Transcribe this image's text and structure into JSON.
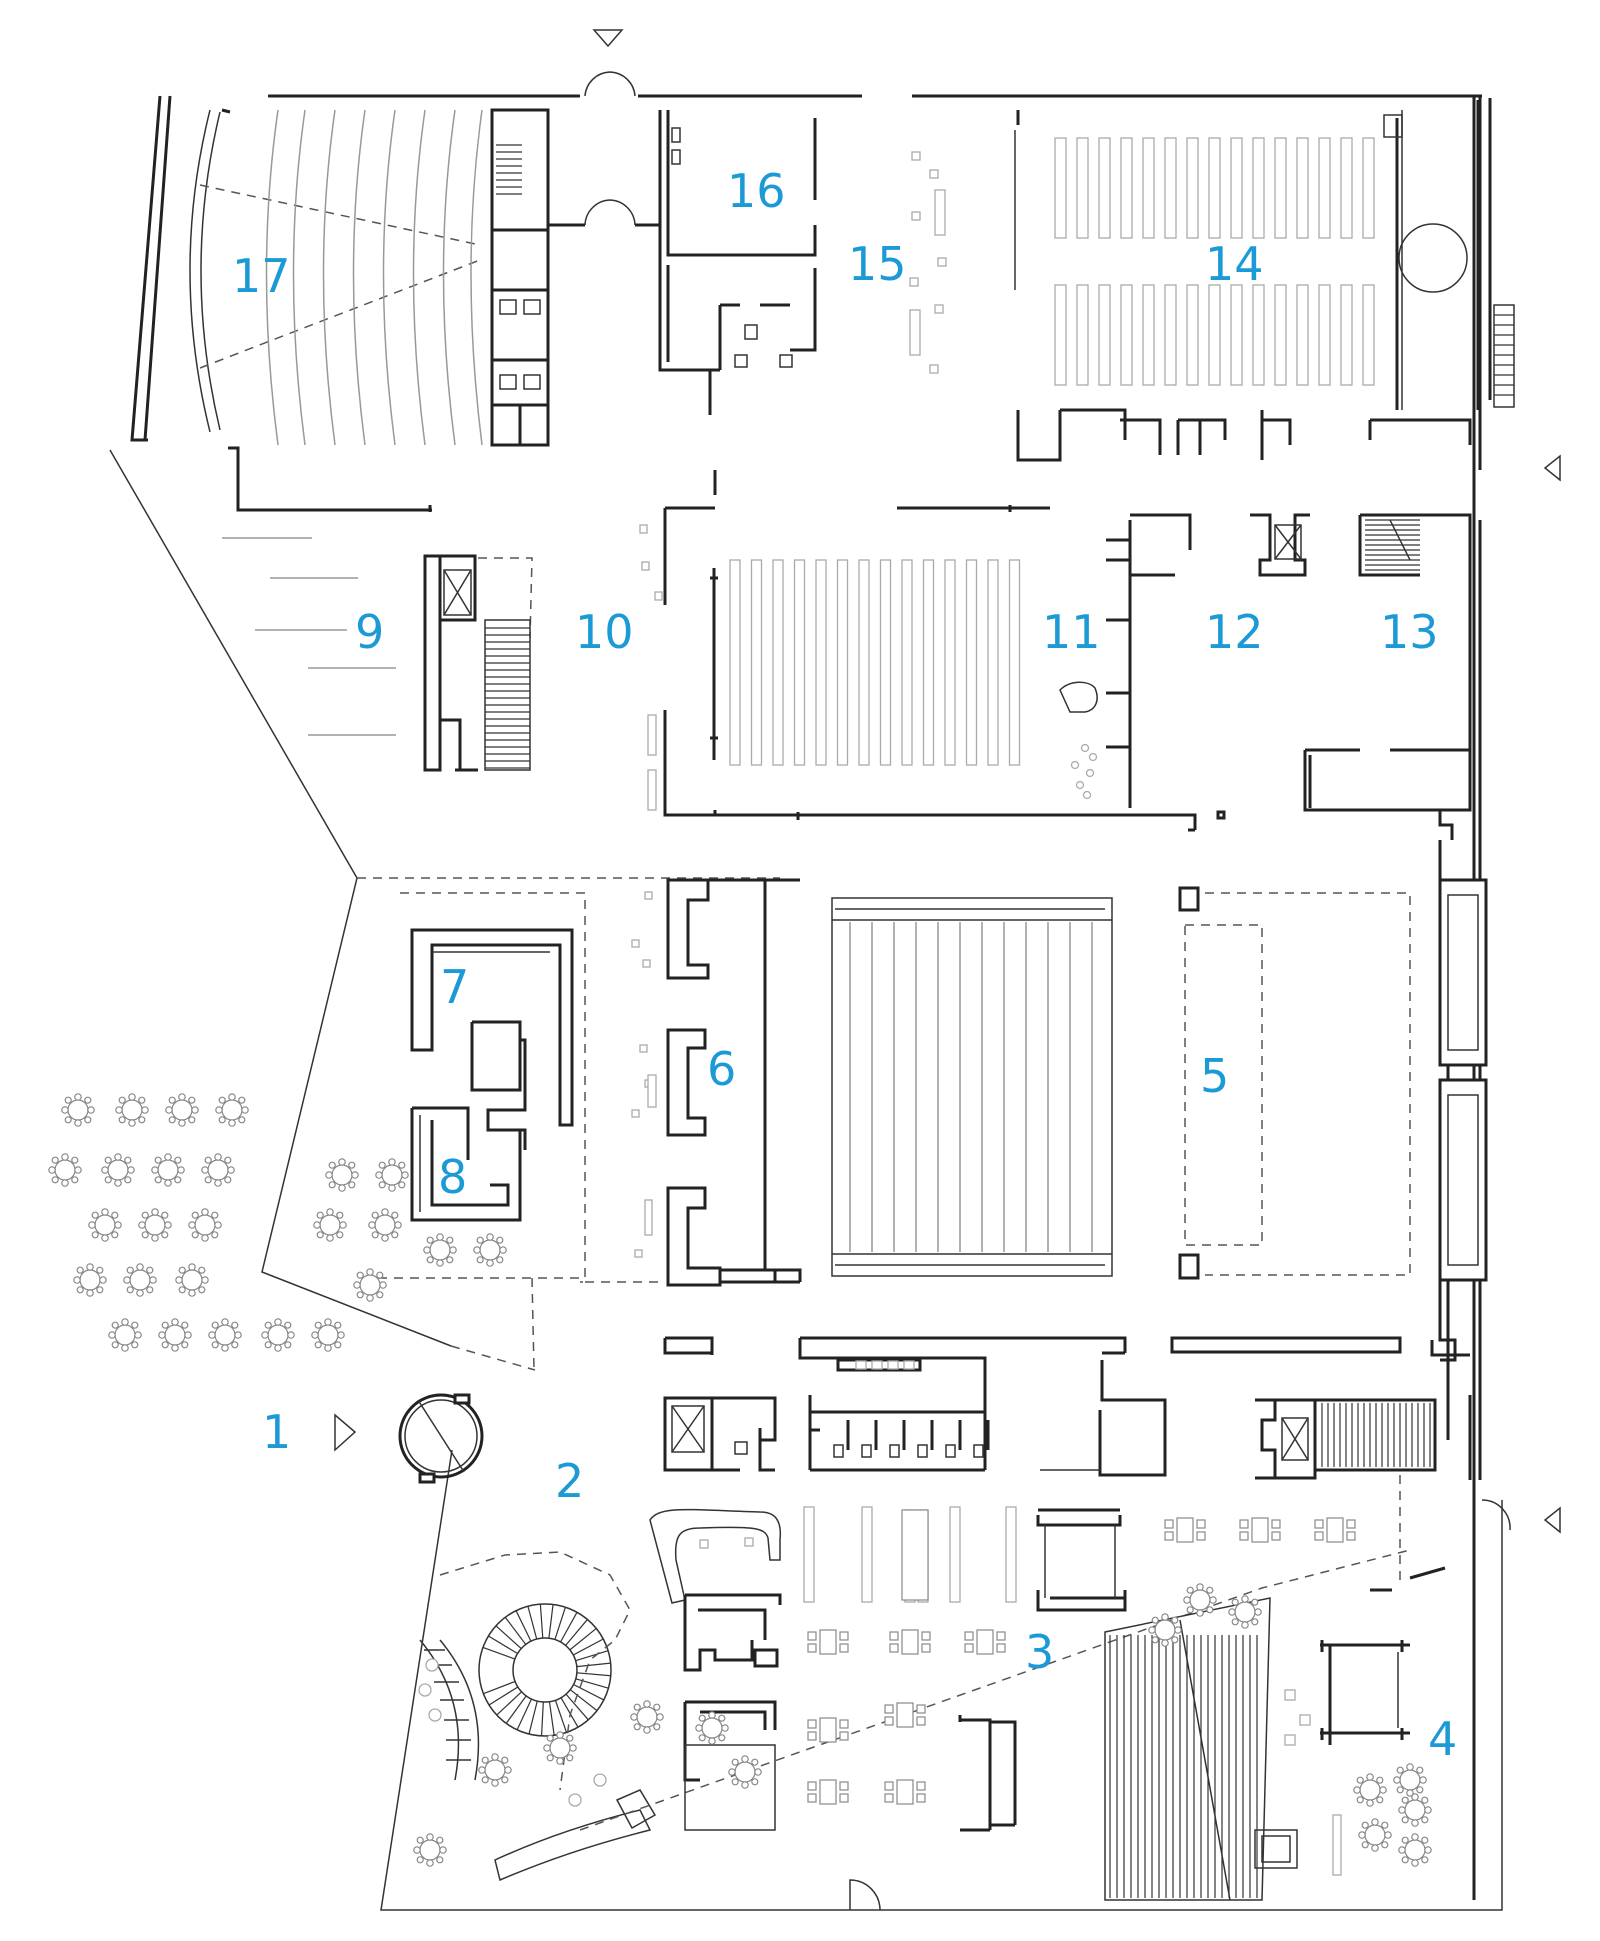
{
  "plan": {
    "labels": [
      "1",
      "2",
      "3",
      "4",
      "5",
      "6",
      "7",
      "8",
      "9",
      "10",
      "11",
      "12",
      "13",
      "14",
      "15",
      "16",
      "17"
    ],
    "accent_color": "#1c9ad6",
    "wall_color": "#222222"
  }
}
